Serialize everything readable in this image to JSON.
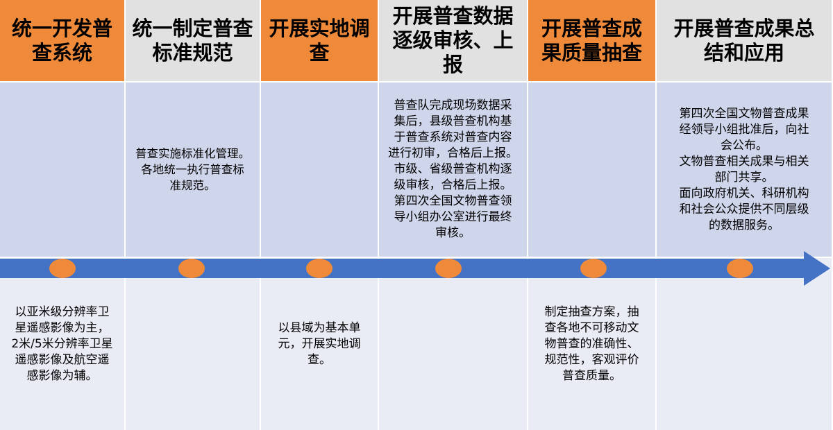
{
  "colors": {
    "header_highlight": "#ee8a3a",
    "header_plain": "#e1e1e1",
    "row_top": "#cfd5ea",
    "row_bottom": "#e9ebf5",
    "timeline": "#4472c4",
    "milestone": "#ee8a3a"
  },
  "stages": [
    {
      "title": "统一开发普\n查系统",
      "highlight": true,
      "top_text": "",
      "bottom_text": "以亚米级分辨率卫\n星遥感影像为主，\n2米/5米分辨率卫星\n遥感影像及航空遥\n感影像为辅。"
    },
    {
      "title": "统一制定普查\n标准规范",
      "highlight": false,
      "top_text": "普查实施标准化管理。\n各地统一执行普查标\n准规范。",
      "bottom_text": ""
    },
    {
      "title": "开展实地调\n查",
      "highlight": true,
      "top_text": "",
      "bottom_text": "以县域为基本单\n元，开展实地调\n查。"
    },
    {
      "title": "开展普查数据\n逐级审核、上\n报",
      "highlight": false,
      "top_text": "普查队完成现场数据采\n集后，县级普查机构基\n于普查系统对普查内容\n进行初审，合格后上报。\n市级、省级普查机构逐\n级审核，合格后上报。\n第四次全国文物普查领\n导小组办公室进行最终\n审核。",
      "bottom_text": ""
    },
    {
      "title": "开展普查成\n果质量抽查",
      "highlight": true,
      "top_text": "",
      "bottom_text": "制定抽查方案，抽\n查各地不可移动文\n物普查的准确性、\n规范性，客观评价\n普查质量。"
    },
    {
      "title": "开展普查成果总\n结和应用",
      "highlight": false,
      "top_text": "第四次全国文物普查成果\n经领导小组批准后，向社\n会公布。\n文物普查相关成果与相关\n部门共享。\n面向政府机关、科研机构\n和社会公众提供不同层级\n的数据服务。",
      "bottom_text": ""
    }
  ]
}
